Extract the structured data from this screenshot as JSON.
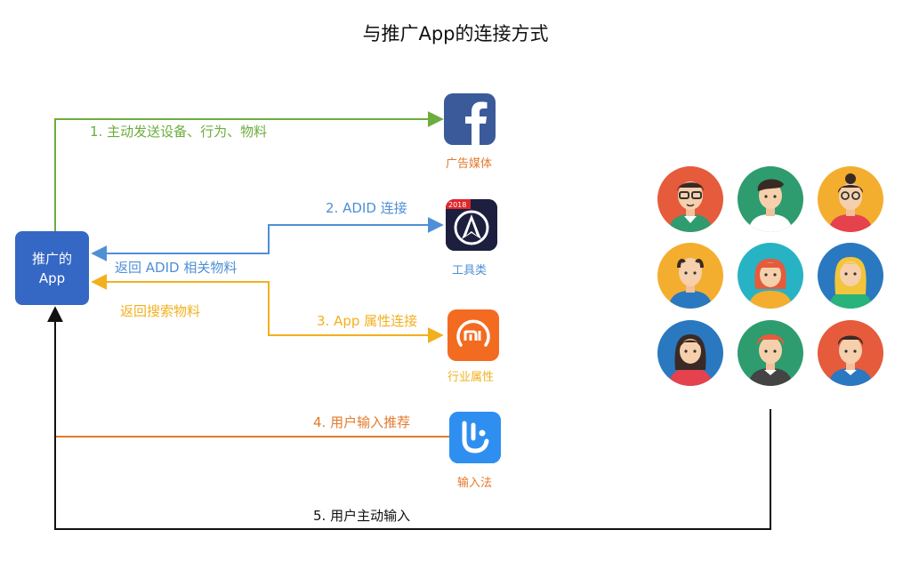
{
  "title": "与推广App的连接方式",
  "app_box": {
    "line1": "推广的",
    "line2": "App"
  },
  "flows": [
    {
      "label": "1. 主动发送设备、行为、物料",
      "color": "#6dac3d"
    },
    {
      "label": "2. ADID 连接",
      "color": "#4f8fd6"
    },
    {
      "label": "返回 ADID 相关物料",
      "color": "#4f8fd6"
    },
    {
      "label": "3. App 属性连接",
      "color": "#f2b01e"
    },
    {
      "label": "返回搜索物料",
      "color": "#f2b01e"
    },
    {
      "label": "4. 用户输入推荐",
      "color": "#e37a2d"
    },
    {
      "label": "5. 用户主动输入",
      "color": "#111111"
    }
  ],
  "targets": [
    {
      "caption": "广告媒体",
      "icon": "facebook-icon"
    },
    {
      "caption": "工具类",
      "icon": "tool-app-icon",
      "badge": "2018"
    },
    {
      "caption": "行业属性",
      "icon": "mi-icon"
    },
    {
      "caption": "输入法",
      "icon": "keyboard-app-icon"
    }
  ],
  "users": [
    {
      "icon": "user-avatar-icon",
      "bg": "#e55b3c"
    },
    {
      "icon": "user-avatar-icon",
      "bg": "#2e9c6e"
    },
    {
      "icon": "user-avatar-icon",
      "bg": "#f3ae2f"
    },
    {
      "icon": "user-avatar-icon",
      "bg": "#f3ae2f"
    },
    {
      "icon": "user-avatar-icon",
      "bg": "#27b3c4"
    },
    {
      "icon": "user-avatar-icon",
      "bg": "#2a78c0"
    },
    {
      "icon": "user-avatar-icon",
      "bg": "#2a78c0"
    },
    {
      "icon": "user-avatar-icon",
      "bg": "#2e9c6e"
    },
    {
      "icon": "user-avatar-icon",
      "bg": "#e55b3c"
    }
  ]
}
